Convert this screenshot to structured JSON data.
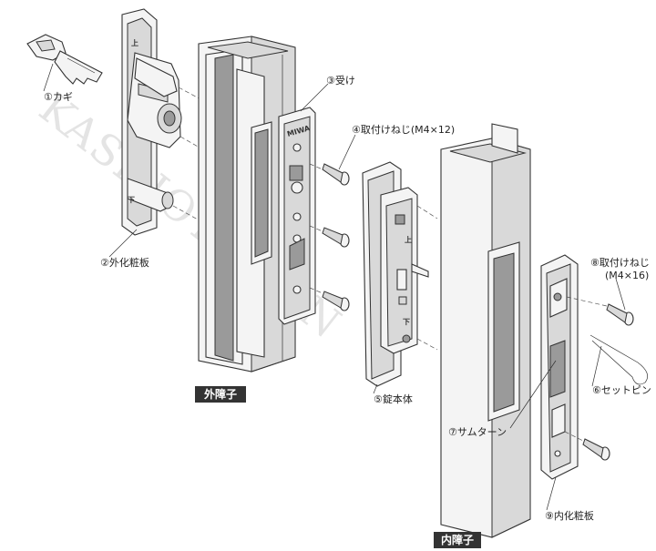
{
  "labels": {
    "key": "①カギ",
    "outer_plate": "②外化粧板",
    "receiver": "③受け",
    "screw_m4x12": "④取付けねじ(M4×12)",
    "lock_body": "⑤錠本体",
    "set_pin": "⑥セットピン",
    "thumb_turn": "⑦サムターン",
    "screw_m4x16_line1": "⑧取付けねじ",
    "screw_m4x16_line2": "(M4×16)",
    "inner_plate": "⑨内化粧板"
  },
  "tags": {
    "outer_stile": "外障子",
    "inner_stile": "内障子"
  },
  "markings": {
    "brand": "MIWA",
    "up": "上",
    "down": "下"
  },
  "watermark": "KASHIOTEISEN",
  "colors": {
    "line": "#333333",
    "tag_background": "#333333",
    "tag_text": "#ffffff",
    "watermark": "#cfcfcf"
  }
}
